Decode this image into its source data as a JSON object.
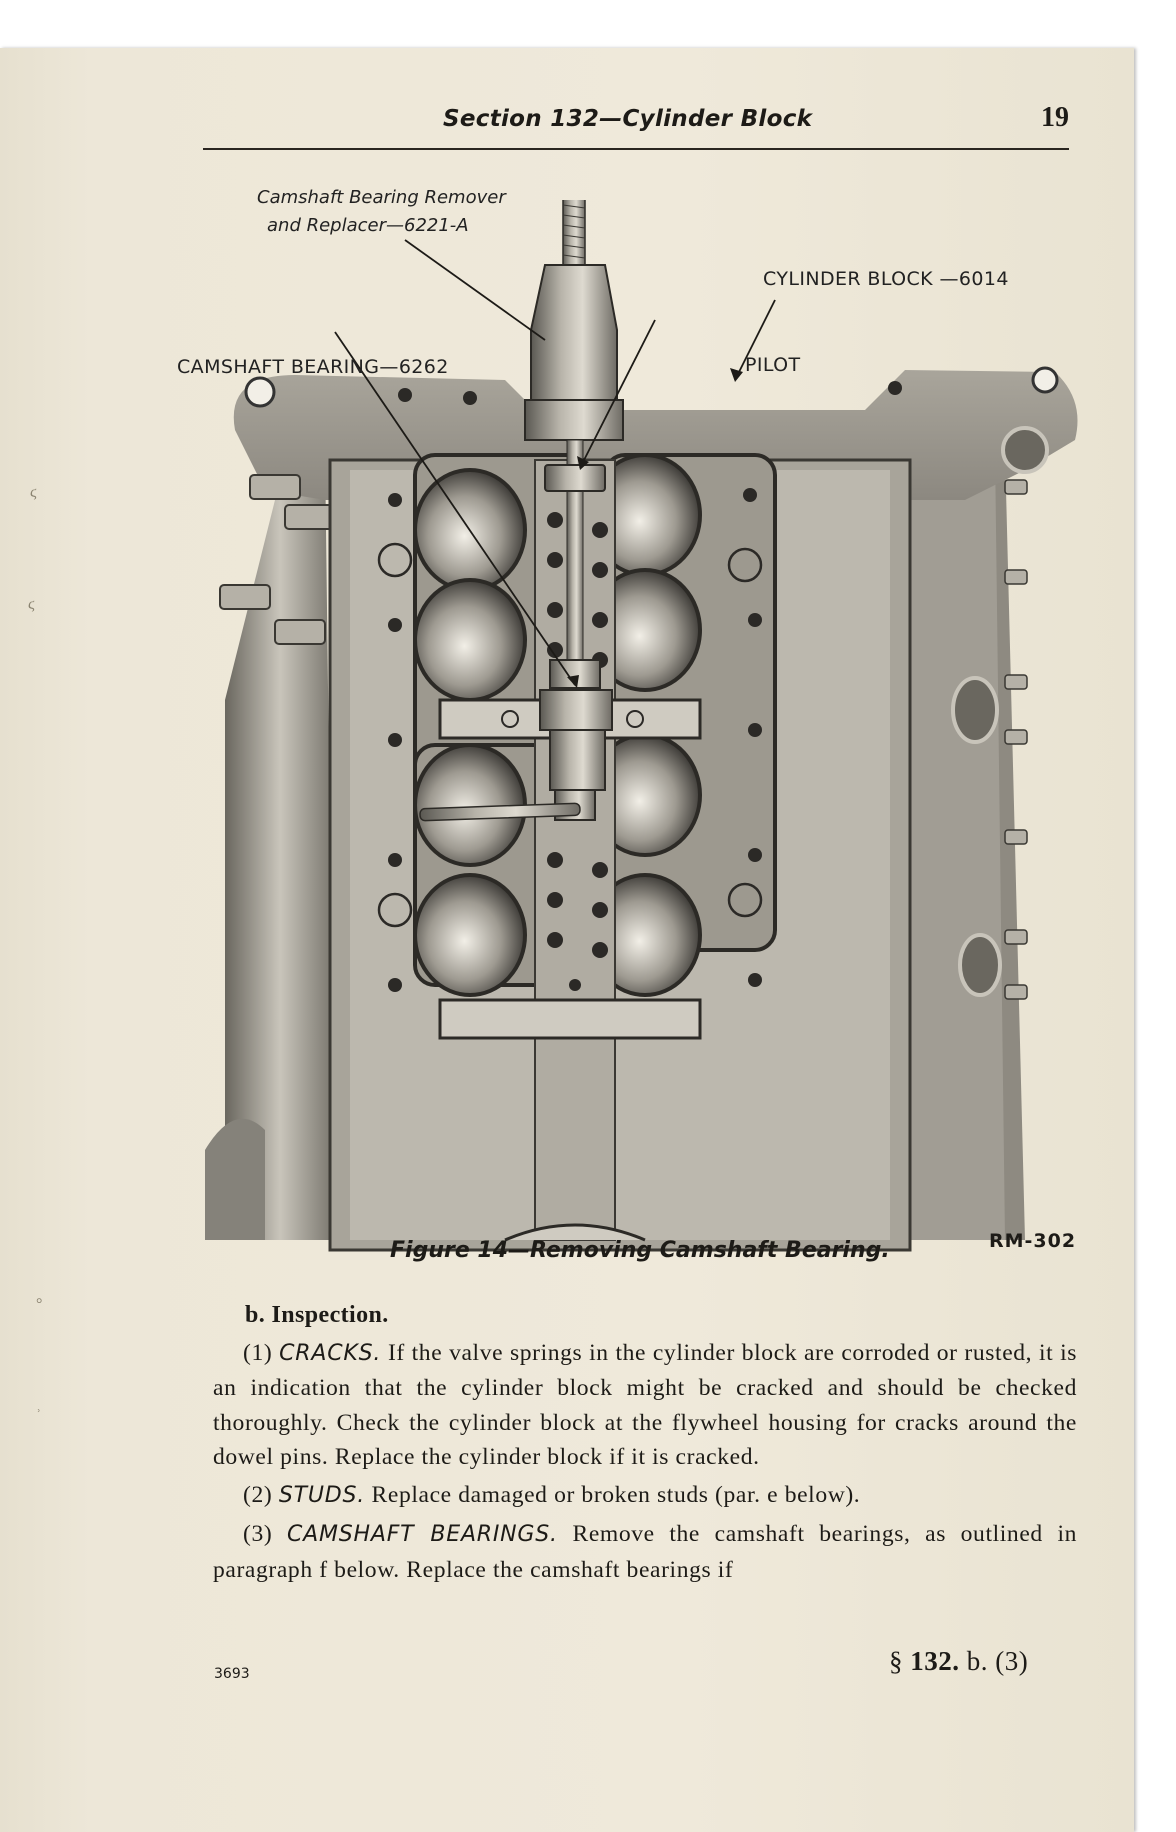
{
  "header": {
    "title": "Section 132—Cylinder Block",
    "page_number": "19"
  },
  "figure": {
    "callouts": {
      "tool_line1": "Camshaft Bearing Remover",
      "tool_line2": "and Replacer—6221-A",
      "cylinder_block": "CYLINDER BLOCK —6014",
      "camshaft_bearing": "CAMSHAFT BEARING—6262",
      "pilot": "PILOT"
    },
    "caption": "Figure 14—Removing Camshaft Bearing.",
    "code": "RM-302"
  },
  "section": {
    "heading": "b. Inspection.",
    "paragraphs": [
      {
        "number": "(1)",
        "term": "CRACKS.",
        "text": "If the valve springs in the cylinder block are corroded or rusted, it is an indication that the cylinder block might be cracked and should be checked thoroughly. Check the cylinder block at the flywheel housing for cracks around the dowel pins. Replace the cylinder block if it is cracked."
      },
      {
        "number": "(2)",
        "term": "STUDS.",
        "text": "Replace damaged or broken studs (par. e below)."
      },
      {
        "number": "(3)",
        "term": "CAMSHAFT BEARINGS.",
        "text": "Remove the camshaft bearings, as outlined in paragraph f below. Replace the camshaft bearings if"
      }
    ]
  },
  "footer": {
    "left": "3693",
    "right_symbol": "§",
    "right_number": "132.",
    "right_rest": "b. (3)"
  }
}
